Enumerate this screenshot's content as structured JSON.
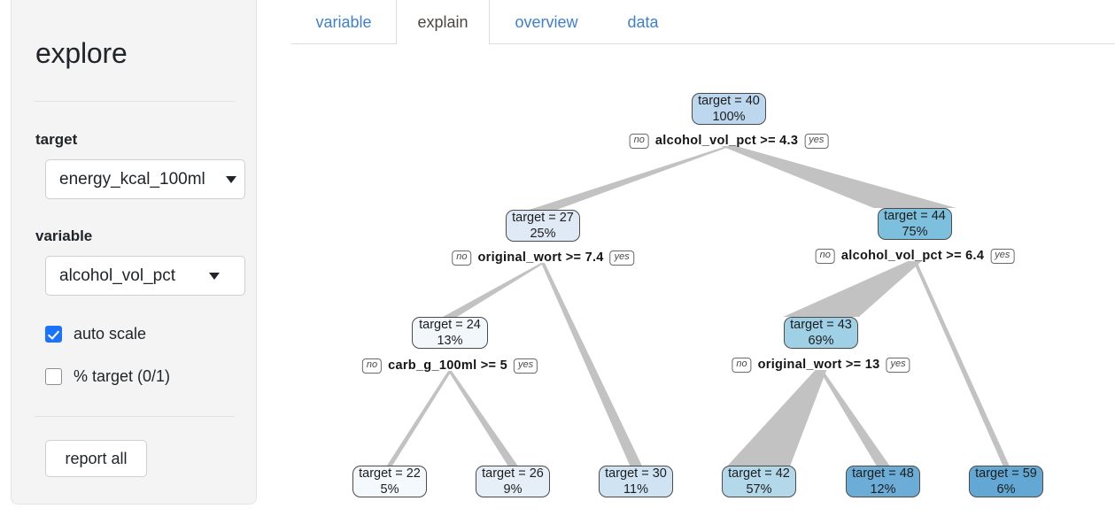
{
  "sidebar": {
    "title": "explore",
    "target": {
      "label": "target",
      "value": "energy_kcal_100ml"
    },
    "variable": {
      "label": "variable",
      "value": "alcohol_vol_pct"
    },
    "checkboxes": [
      {
        "label": "auto scale",
        "checked": true
      },
      {
        "label": "% target (0/1)",
        "checked": false
      }
    ],
    "report_all_label": "report all"
  },
  "tabs": [
    {
      "label": "variable",
      "active": false
    },
    {
      "label": "explain",
      "active": true
    },
    {
      "label": "overview",
      "active": false
    },
    {
      "label": "data",
      "active": false
    }
  ],
  "colors": {
    "accent_link": "#3f7fd0",
    "checkbox_on": "#1a73ff",
    "edge_gray": "#c2c2c2",
    "node_border": "#4b4b4b"
  },
  "chart_data": {
    "type": "tree",
    "title": "",
    "target_name": "target",
    "yes_label": "yes",
    "no_label": "no",
    "nodes": [
      {
        "id": "n0",
        "target": "target = 40",
        "pct": "100%",
        "split": "alcohol_vol_pct >= 4.3",
        "fill": "#bdd7ee",
        "level": 0
      },
      {
        "id": "n1",
        "target": "target = 27",
        "pct": "25%",
        "split": "original_wort >= 7.4",
        "fill": "#dfeaf6",
        "level": 1
      },
      {
        "id": "n2",
        "target": "target = 44",
        "pct": "75%",
        "split": "alcohol_vol_pct >= 6.4",
        "fill": "#7cc0dd",
        "level": 1
      },
      {
        "id": "n3",
        "target": "target = 24",
        "pct": "13%",
        "split": "carb_g_100ml >= 5",
        "fill": "#f2f7fc",
        "level": 2
      },
      {
        "id": "n4",
        "target": "target = 43",
        "pct": "69%",
        "split": "original_wort >= 13",
        "fill": "#9fd0e5",
        "level": 2
      },
      {
        "id": "n5",
        "target": "target = 22",
        "pct": "5%",
        "split": "",
        "fill": "#f4f9fd",
        "level": 3
      },
      {
        "id": "n6",
        "target": "target = 26",
        "pct": "9%",
        "split": "",
        "fill": "#e6eff8",
        "level": 3
      },
      {
        "id": "n7",
        "target": "target = 30",
        "pct": "11%",
        "split": "",
        "fill": "#cfe3f3",
        "level": 3
      },
      {
        "id": "n8",
        "target": "target = 42",
        "pct": "57%",
        "split": "",
        "fill": "#b3d8ea",
        "level": 3
      },
      {
        "id": "n9",
        "target": "target = 48",
        "pct": "12%",
        "split": "",
        "fill": "#6badd6",
        "level": 3
      },
      {
        "id": "n10",
        "target": "target = 59",
        "pct": "6%",
        "split": "",
        "fill": "#63a8d4",
        "level": 3
      }
    ],
    "edges": [
      {
        "from": "n0",
        "to": "n1",
        "branch": "no",
        "pct": 25
      },
      {
        "from": "n0",
        "to": "n2",
        "branch": "yes",
        "pct": 75
      },
      {
        "from": "n1",
        "to": "n3",
        "branch": "no",
        "pct": 13
      },
      {
        "from": "n1",
        "to": "n7",
        "branch": "yes",
        "pct": 11
      },
      {
        "from": "n2",
        "to": "n4",
        "branch": "no",
        "pct": 69
      },
      {
        "from": "n2",
        "to": "n10",
        "branch": "yes",
        "pct": 6
      },
      {
        "from": "n3",
        "to": "n5",
        "branch": "no",
        "pct": 5
      },
      {
        "from": "n3",
        "to": "n6",
        "branch": "yes",
        "pct": 9
      },
      {
        "from": "n4",
        "to": "n8",
        "branch": "no",
        "pct": 57
      },
      {
        "from": "n4",
        "to": "n9",
        "branch": "yes",
        "pct": 12
      }
    ]
  }
}
